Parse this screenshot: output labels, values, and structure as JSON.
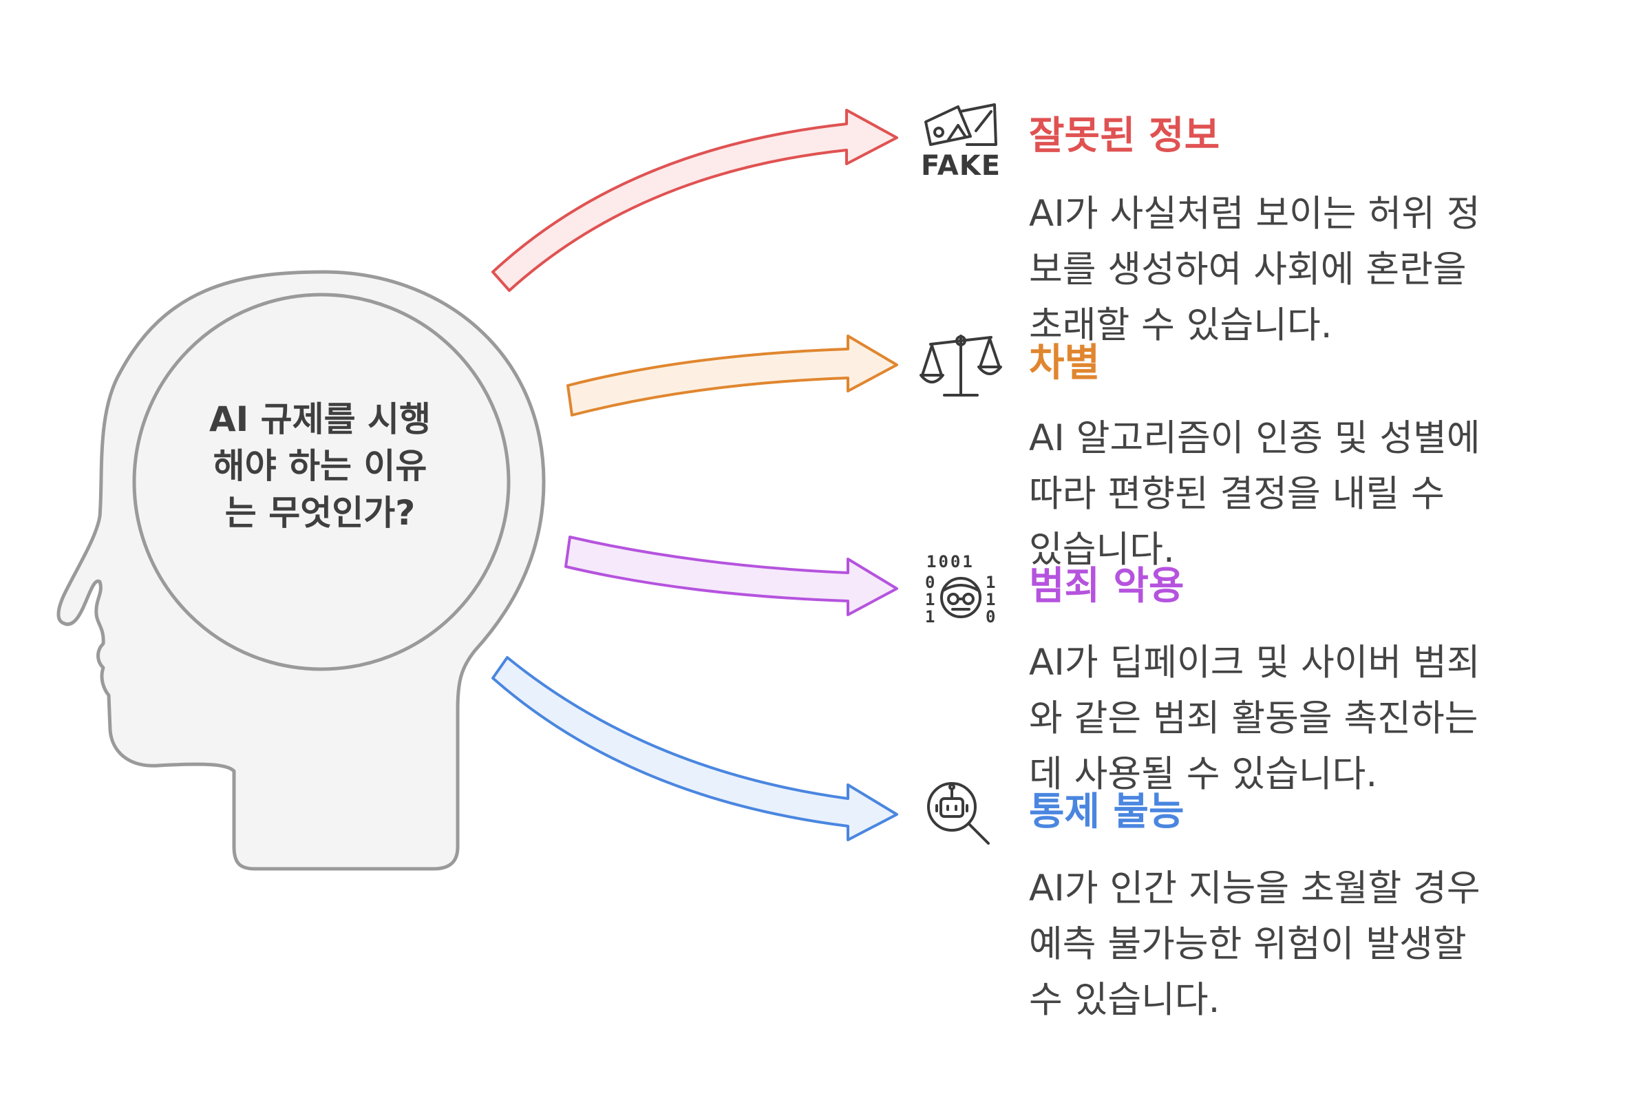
{
  "center": {
    "lines": [
      "AI 규제를 시행",
      "해야 하는 이유",
      "는 무엇인가?"
    ]
  },
  "colors": {
    "head_fill": "#f4f4f4",
    "head_stroke": "#9a9a9a",
    "icon": "#3a3a3a",
    "misinfo": "#e05252",
    "discrimination": "#e0862f",
    "crime": "#b553de",
    "control": "#4a86e0"
  },
  "items": [
    {
      "title": "잘못된 정보",
      "desc_lines": [
        "AI가 사실처럼 보이는 허위 정",
        "보를 생성하여 사회에 혼란을",
        "초래할 수 있습니다."
      ],
      "icon": "fake-news-icon",
      "icon_text": "FAKE"
    },
    {
      "title": "차별",
      "desc_lines": [
        "AI 알고리즘이 인종 및 성별에",
        "따라 편향된 결정을 내릴 수",
        "있습니다."
      ],
      "icon": "balance-scale-icon"
    },
    {
      "title": "범죄 악용",
      "desc_lines": [
        "AI가 딥페이크 및 사이버 범죄",
        "와 같은 범죄 활동을 촉진하는",
        "데 사용될 수 있습니다."
      ],
      "icon": "hacker-binary-icon",
      "icon_binary": [
        "1001",
        "0",
        "1",
        "1",
        "1",
        "1",
        "0"
      ]
    },
    {
      "title": "통제 불능",
      "desc_lines": [
        "AI가 인간 지능을 초월할 경우",
        "예측 불가능한 위험이 발생할",
        "수 있습니다."
      ],
      "icon": "robot-magnifier-icon"
    }
  ]
}
